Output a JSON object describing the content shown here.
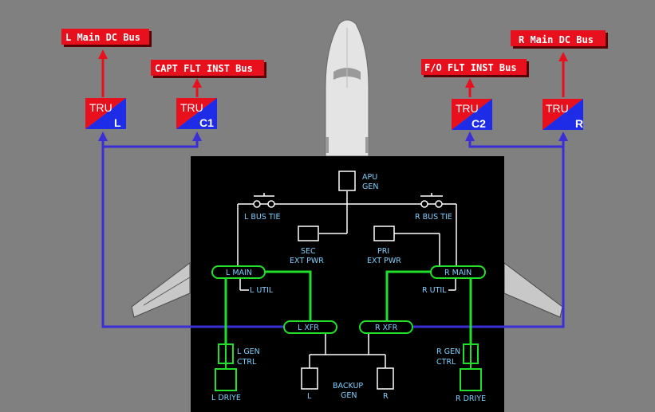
{
  "colors": {
    "background": "#808080",
    "bus_red": "#e8101c",
    "tru_blue": "#1e2ce8",
    "wire_blue": "#3a2ed6",
    "wire_green": "#22e02a",
    "panel_black": "#000000",
    "panel_text": "#7fd0ff",
    "wire_white": "#ffffff"
  },
  "buses": {
    "l_main_dc": "L Main DC Bus",
    "capt_flt_inst": "CAPT FLT INST Bus",
    "fo_flt_inst": "F/O FLT INST Bus",
    "r_main_dc": "R Main DC Bus"
  },
  "trus": [
    {
      "label": "TRU",
      "sub": "L"
    },
    {
      "label": "TRU",
      "sub": "C1"
    },
    {
      "label": "TRU",
      "sub": "C2"
    },
    {
      "label": "TRU",
      "sub": "R"
    }
  ],
  "panel": {
    "apu_gen": [
      "APU",
      "GEN"
    ],
    "l_bus_tie": "L BUS TIE",
    "r_bus_tie": "R BUS TIE",
    "sec_ext_pwr": [
      "SEC",
      "EXT PWR"
    ],
    "pri_ext_pwr": [
      "PRI",
      "EXT PWR"
    ],
    "l_main": "L MAIN",
    "r_main": "R MAIN",
    "l_util": "L UTIL",
    "r_util": "R UTIL",
    "l_xfr": "L XFR",
    "r_xfr": "R XFR",
    "l_gen_ctrl": [
      "L GEN",
      "CTRL"
    ],
    "r_gen_ctrl": [
      "R GEN",
      "CTRL"
    ],
    "l_drive": "L DRIYE",
    "r_drive": "R DRIYE",
    "backup_gen": [
      "BACKUP",
      "GEN"
    ],
    "backup_l": "L",
    "backup_r": "R"
  }
}
